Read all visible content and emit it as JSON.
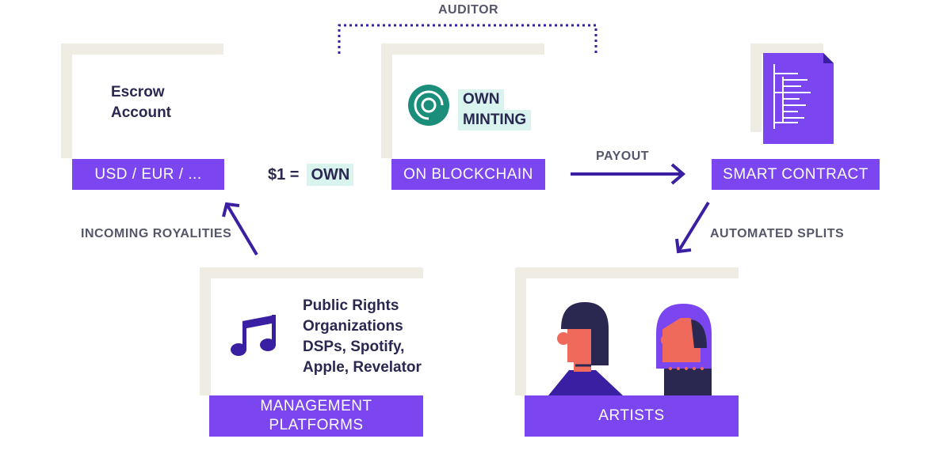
{
  "labels": {
    "auditor": "AUDITOR",
    "payout": "PAYOUT",
    "incoming": "INCOMING ROYALITIES",
    "splits": "AUTOMATED SPLITS"
  },
  "escrow": {
    "text": "Escrow\nAccount",
    "bar": "USD / EUR / ..."
  },
  "exchange": {
    "prefix": "$1 =",
    "token": "OWN"
  },
  "minting": {
    "line1": "OWN",
    "line2": "MINTING",
    "bar": "ON BLOCKCHAIN"
  },
  "contract": {
    "bar": "SMART CONTRACT"
  },
  "management": {
    "text": "Public Rights\nOrganizations\nDSPs, Spotify,\nApple, Revelator",
    "bar": "MANAGEMENT\nPLATFORMS"
  },
  "artists": {
    "bar": "ARTISTS"
  },
  "colors": {
    "purple": "#7b45f0",
    "navy": "#2a2850",
    "dark_purple": "#3a1fa3",
    "mint": "#d9f4ee",
    "beige": "#efece3",
    "teal": "#1a8e7a",
    "skin": "#ef6a5a"
  },
  "icons": [
    "own-logo-icon",
    "document-icon",
    "music-note-icon",
    "artist-avatar-icon"
  ]
}
